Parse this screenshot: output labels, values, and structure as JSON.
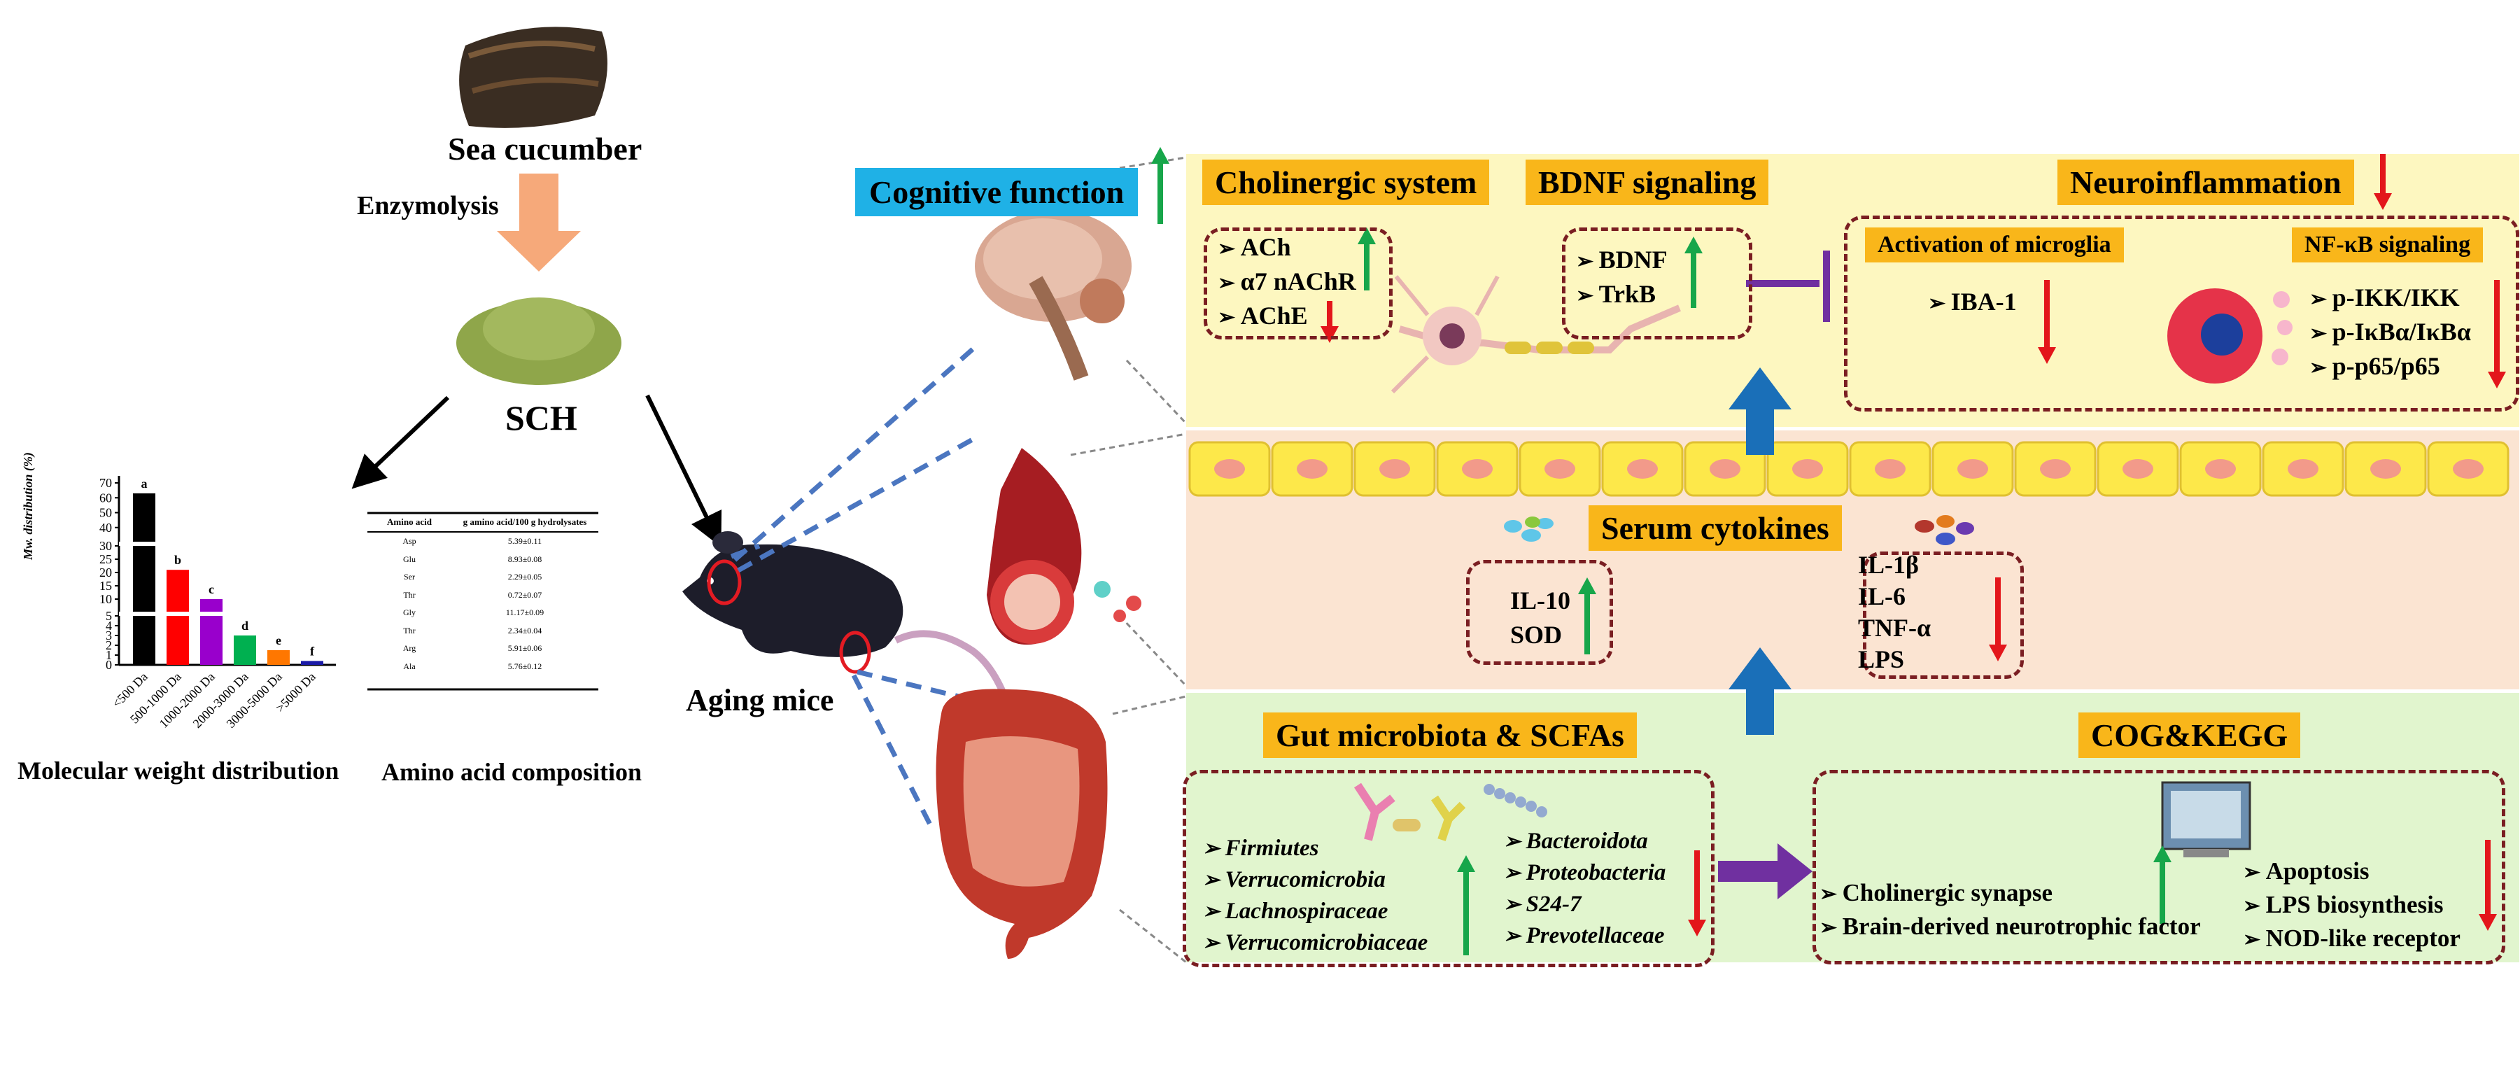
{
  "left": {
    "sea_cucumber": "Sea cucumber",
    "enzymolysis": "Enzymolysis",
    "sch": "SCH",
    "aging_mice": "Aging mice",
    "mw_caption": "Molecular weight distribution",
    "aa_caption": "Amino acid composition"
  },
  "chart_data": {
    "type": "bar",
    "ylabel": "Mw. distribution (%)",
    "categories": [
      "<500 Da",
      "500-1000 Da",
      "1000-2000 Da",
      "2000-3000 Da",
      "3000-5000 Da",
      ">5000 Da"
    ],
    "values": [
      63,
      21,
      10,
      3,
      1.5,
      0.4
    ],
    "letters": [
      "a",
      "b",
      "c",
      "d",
      "e",
      "f"
    ],
    "colors": [
      "#000000",
      "#ff0000",
      "#9900cc",
      "#00b050",
      "#ff7700",
      "#1a1aa6"
    ],
    "yticks": [
      "0",
      "1",
      "2",
      "3",
      "4",
      "5",
      "10",
      "15",
      "20",
      "25",
      "30",
      "40",
      "50",
      "60",
      "70"
    ],
    "ylim": [
      0,
      70
    ]
  },
  "aa_table": {
    "headers": [
      "Amino acid",
      "g amino acid/100 g hydrolysates"
    ],
    "rows": [
      [
        "Asp",
        "5.39±0.11"
      ],
      [
        "Glu",
        "8.93±0.08"
      ],
      [
        "Ser",
        "2.29±0.05"
      ],
      [
        "Thr",
        "0.72±0.07"
      ],
      [
        "Gly",
        "11.17±0.09"
      ],
      [
        "Thr",
        "2.34±0.04"
      ],
      [
        "Arg",
        "5.91±0.06"
      ],
      [
        "Ala",
        "5.76±0.12"
      ]
    ]
  },
  "cognitive": {
    "label": "Cognitive function"
  },
  "brain_panel": {
    "cholinergic": "Cholinergic system",
    "cholinergic_items": [
      "ACh",
      "α7 nAChR",
      "AChE"
    ],
    "bdnf": "BDNF signaling",
    "bdnf_items": [
      "BDNF",
      "TrkB"
    ],
    "neuroinflammation": "Neuroinflammation",
    "microglia": "Activation of microglia",
    "microglia_items": [
      "IBA-1"
    ],
    "nfkb": "NF-κB signaling",
    "nfkb_items": [
      "p-IKK/IKK",
      "p-IκBα/IκBα",
      "p-p65/p65"
    ]
  },
  "serum_panel": {
    "title": "Serum cytokines",
    "up_items": [
      "IL-10",
      "SOD"
    ],
    "down_items": [
      "IL-1β",
      "IL-6",
      "TNF-α",
      "LPS"
    ]
  },
  "gut_panel": {
    "title": "Gut microbiota & SCFAs",
    "up_items": [
      "Firmiutes",
      "Verrucomicrobia",
      "Lachnospiraceae",
      "Verrucomicrobiaceae"
    ],
    "down_items": [
      "Bacteroidota",
      "Proteobacteria",
      "S24-7",
      "Prevotellaceae"
    ],
    "cog_title": "COG&KEGG",
    "cog_up": [
      "Cholinergic synapse",
      "Brain-derived neurotrophic factor"
    ],
    "cog_down": [
      "Apoptosis",
      "LPS biosynthesis",
      "NOD-like receptor"
    ]
  },
  "colors": {
    "green_arrow": "#17a64a",
    "red_arrow": "#e3161b",
    "blue_arrow": "#1a6fb8",
    "label_bg": "#f9b61a",
    "cognitive_bg": "#1fb1e6",
    "purple": "#7030a0"
  }
}
